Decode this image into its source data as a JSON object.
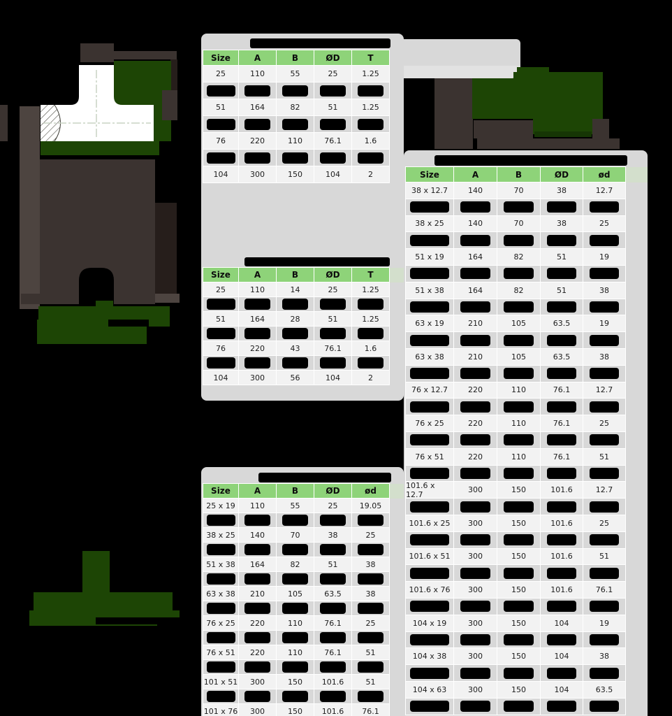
{
  "colors": {
    "black": "#000000",
    "panel": "#d8d8d8",
    "panel_light": "#e2e2e2",
    "row": "#f2f2f2",
    "redact_row": "#d8d8d8",
    "grid": "#ffffff",
    "header_green": "#8ed379",
    "header_pale": "#d3dfcc",
    "green_dark": "#1d4505",
    "green_darker": "#163605",
    "taupe": "#3b3330",
    "taupe_light": "#4d4440",
    "taupe_dark": "#261e1b",
    "centerline": "#c9d3c4"
  },
  "tables": [
    {
      "id": "tee-table-top-left",
      "title_redacted": true,
      "columns": [
        "Size",
        "A",
        "B",
        "ØD",
        "T"
      ],
      "rows": [
        [
          "25",
          "110",
          "55",
          "25",
          "1.25"
        ],
        "redacted",
        [
          "51",
          "164",
          "82",
          "51",
          "1.25"
        ],
        "redacted",
        [
          "76",
          "220",
          "110",
          "76.1",
          "1.6"
        ],
        "redacted",
        [
          "104",
          "300",
          "150",
          "104",
          "2"
        ]
      ]
    },
    {
      "id": "tee-table-middle-left",
      "title_redacted": true,
      "columns": [
        "Size",
        "A",
        "B",
        "ØD",
        "T"
      ],
      "rows": [
        [
          "25",
          "110",
          "14",
          "25",
          "1.25"
        ],
        "redacted",
        [
          "51",
          "164",
          "28",
          "51",
          "1.25"
        ],
        "redacted",
        [
          "76",
          "220",
          "43",
          "76.1",
          "1.6"
        ],
        "redacted",
        [
          "104",
          "300",
          "56",
          "104",
          "2"
        ]
      ]
    },
    {
      "id": "tee-table-bottom-left",
      "title_redacted": true,
      "columns": [
        "Size",
        "A",
        "B",
        "ØD",
        "ød"
      ],
      "rows": [
        [
          "25 x 19",
          "110",
          "55",
          "25",
          "19.05"
        ],
        "redacted",
        [
          "38 x 25",
          "140",
          "70",
          "38",
          "25"
        ],
        "redacted",
        [
          "51 x 38",
          "164",
          "82",
          "51",
          "38"
        ],
        "redacted",
        [
          "63 x 38",
          "210",
          "105",
          "63.5",
          "38"
        ],
        "redacted",
        [
          "76 x 25",
          "220",
          "110",
          "76.1",
          "25"
        ],
        "redacted",
        [
          "76 x 51",
          "220",
          "110",
          "76.1",
          "51"
        ],
        "redacted",
        [
          "101 x 51",
          "300",
          "150",
          "101.6",
          "51"
        ],
        "redacted",
        [
          "101 x 76",
          "300",
          "150",
          "101.6",
          "76.1"
        ]
      ]
    },
    {
      "id": "tee-table-right",
      "title_redacted": true,
      "columns": [
        "Size",
        "A",
        "B",
        "ØD",
        "ød"
      ],
      "rows": [
        [
          "38 x 12.7",
          "140",
          "70",
          "38",
          "12.7"
        ],
        "redacted",
        [
          "38 x 25",
          "140",
          "70",
          "38",
          "25"
        ],
        "redacted",
        [
          "51 x 19",
          "164",
          "82",
          "51",
          "19"
        ],
        "redacted",
        [
          "51 x 38",
          "164",
          "82",
          "51",
          "38"
        ],
        "redacted",
        [
          "63 x 19",
          "210",
          "105",
          "63.5",
          "19"
        ],
        "redacted",
        [
          "63 x 38",
          "210",
          "105",
          "63.5",
          "38"
        ],
        "redacted",
        [
          "76 x 12.7",
          "220",
          "110",
          "76.1",
          "12.7"
        ],
        "redacted",
        [
          "76 x 25",
          "220",
          "110",
          "76.1",
          "25"
        ],
        "redacted",
        [
          "76 x 51",
          "220",
          "110",
          "76.1",
          "51"
        ],
        "redacted",
        [
          "101.6 x 12.7",
          "300",
          "150",
          "101.6",
          "12.7"
        ],
        "redacted",
        [
          "101.6 x 25",
          "300",
          "150",
          "101.6",
          "25"
        ],
        "redacted",
        [
          "101.6 x 51",
          "300",
          "150",
          "101.6",
          "51"
        ],
        "redacted",
        [
          "101.6 x 76",
          "300",
          "150",
          "101.6",
          "76.1"
        ],
        "redacted",
        [
          "104 x 19",
          "300",
          "150",
          "104",
          "19"
        ],
        "redacted",
        [
          "104 x 38",
          "300",
          "150",
          "104",
          "38"
        ],
        "redacted",
        [
          "104 x 63",
          "300",
          "150",
          "104",
          "63.5"
        ],
        "redacted"
      ]
    }
  ]
}
